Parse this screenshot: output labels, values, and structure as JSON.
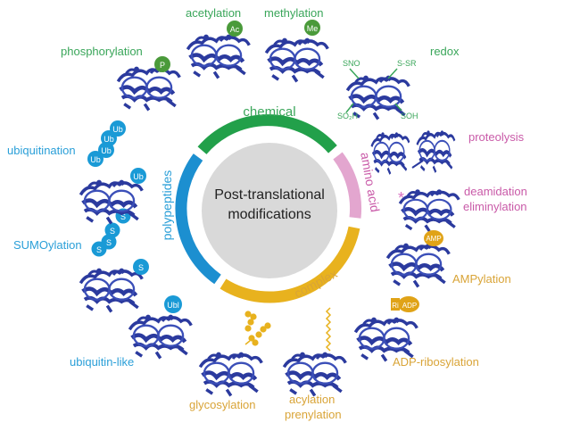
{
  "center": {
    "line1": "Post-translational",
    "line2": "modifications"
  },
  "categories": {
    "chemical": {
      "label": "chemical",
      "color": "#22a04a"
    },
    "amino_acid": {
      "label": "amino acid",
      "color": "#e3a6cf"
    },
    "complex": {
      "label": "complex",
      "color": "#e8b21e"
    },
    "polypeptides": {
      "label": "polypeptides",
      "color": "#1c8fd0"
    }
  },
  "modifications": {
    "acetylation": {
      "label": "acetylation",
      "tag": "Ac"
    },
    "methylation": {
      "label": "methylation",
      "tag": "Me"
    },
    "phosphorylation": {
      "label": "phosphorylation",
      "tag": "P"
    },
    "redox": {
      "label": "redox",
      "tags": [
        "SNO",
        "S-SR",
        "SO₂H",
        "SOH"
      ]
    },
    "proteolysis": {
      "label": "proteolysis"
    },
    "deamidation": {
      "label1": "deamidation",
      "label2": "eliminylation",
      "tag": "*"
    },
    "ampylation": {
      "label": "AMPylation",
      "tag": "AMP"
    },
    "adp_ribosylation": {
      "label": "ADP-ribosylation",
      "tags": [
        "Ri",
        "ADP"
      ]
    },
    "acylation": {
      "label1": "acylation",
      "label2": "prenylation"
    },
    "glycosylation": {
      "label": "glycosylation"
    },
    "ubiquitin_like": {
      "label": "ubiquitin-like",
      "tag": "Ubl"
    },
    "sumoylation": {
      "label": "SUMOylation",
      "tag": "S"
    },
    "ubiquitination": {
      "label": "ubiquitination",
      "tag": "Ub"
    }
  },
  "colors": {
    "protein": "#2b3a9e",
    "green_tag": "#4a9a3a",
    "blue_tag": "#1a9ad6",
    "gold_tag": "#e0a317",
    "center_disk": "#d9d9d9"
  }
}
